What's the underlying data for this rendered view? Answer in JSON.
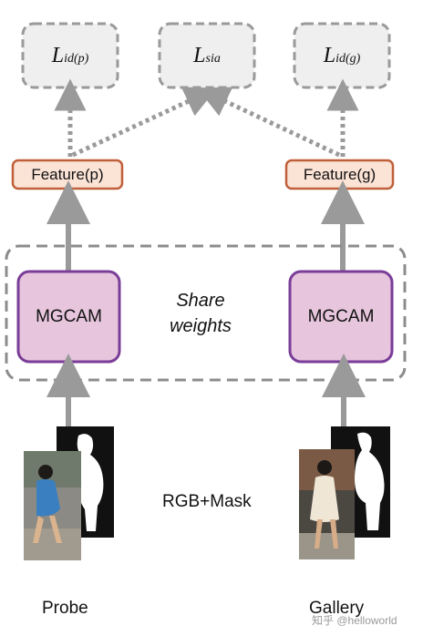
{
  "losses": {
    "probe_main": "L",
    "probe_sub": "id(p)",
    "sia_main": "L",
    "sia_sub": "sia",
    "gallery_main": "L",
    "gallery_sub": "id(g)"
  },
  "features": {
    "probe": "Feature(p)",
    "gallery": "Feature(g)"
  },
  "modules": {
    "left": "MGCAM",
    "right": "MGCAM"
  },
  "share": {
    "line1": "Share",
    "line2": "weights"
  },
  "input_label": "RGB+Mask",
  "captions": {
    "probe": "Probe",
    "gallery": "Gallery"
  },
  "watermark": "知乎 @helloworld",
  "colors": {
    "loss_fill": "#efefef",
    "loss_border": "#9a9a9a",
    "feature_fill": "#fbe3d6",
    "feature_border": "#c0603a",
    "module_fill": "#e6c5dd",
    "module_border": "#7a3d98",
    "arrow": "#9a9a9a",
    "dashed_box": "#8c8c8c"
  }
}
